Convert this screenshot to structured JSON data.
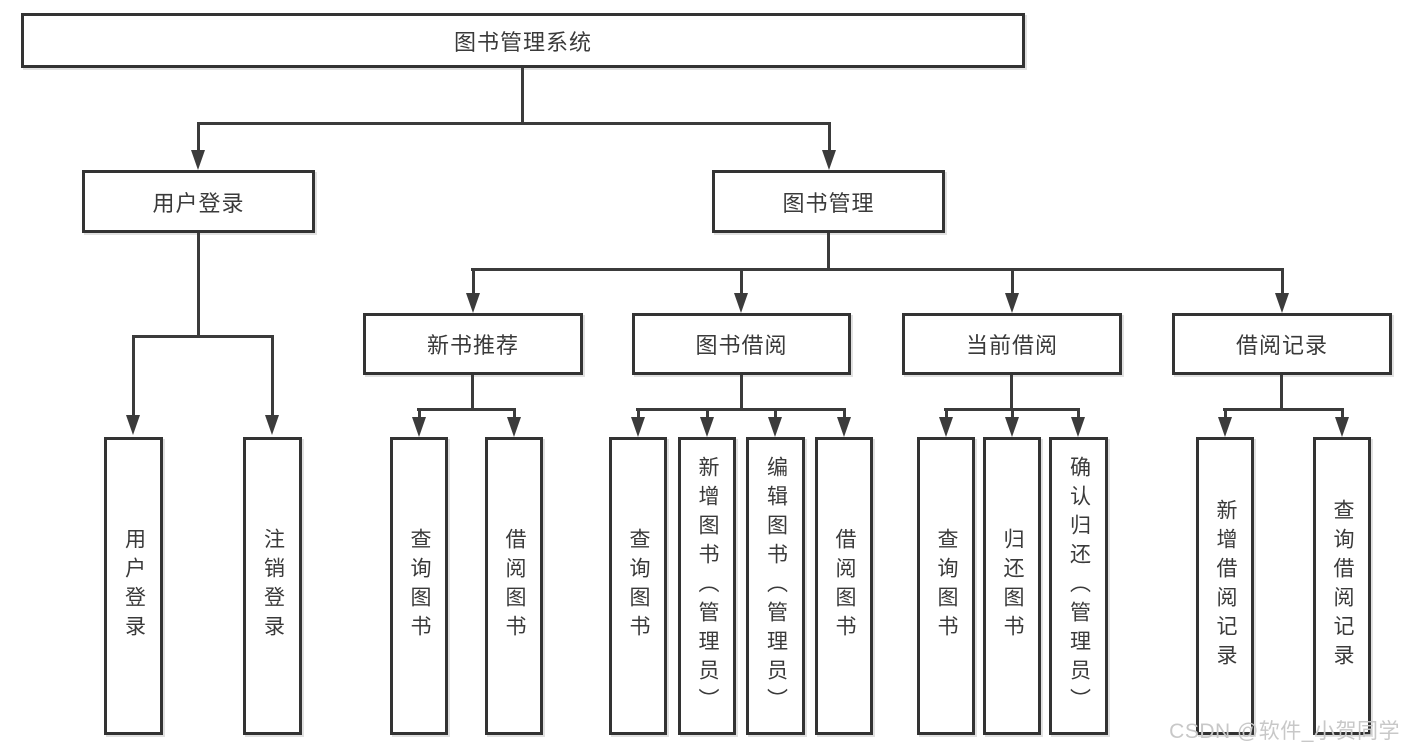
{
  "root": {
    "label": "图书管理系统"
  },
  "user_login": {
    "label": "用户登录",
    "children": [
      {
        "label": "用户登录"
      },
      {
        "label": "注销登录"
      }
    ]
  },
  "book_management": {
    "label": "图书管理",
    "sections": [
      {
        "label": "新书推荐",
        "children": [
          {
            "label": "查询图书"
          },
          {
            "label": "借阅图书"
          }
        ]
      },
      {
        "label": "图书借阅",
        "children": [
          {
            "label": "查询图书"
          },
          {
            "label": "新增图书（管理员）"
          },
          {
            "label": "编辑图书（管理员）"
          },
          {
            "label": "借阅图书"
          }
        ]
      },
      {
        "label": "当前借阅",
        "children": [
          {
            "label": "查询图书"
          },
          {
            "label": "归还图书"
          },
          {
            "label": "确认归还（管理员）"
          }
        ]
      },
      {
        "label": "借阅记录",
        "children": [
          {
            "label": "新增借阅记录"
          },
          {
            "label": "查询借阅记录"
          }
        ]
      }
    ]
  },
  "watermark": "CSDN @软件_小贺同学",
  "colors": {
    "line": "#3b3b3b",
    "box_border": "#333333",
    "text": "#3a3a3a",
    "background": "#ffffff",
    "watermark": "#c8c8c8"
  }
}
